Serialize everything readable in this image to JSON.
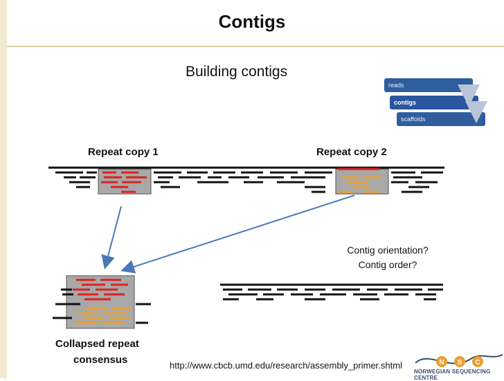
{
  "title": "Contigs",
  "subtitle": "Building contigs",
  "flow": {
    "reads": "reads",
    "contigs": "contigs",
    "scaffolds": "scaffolds"
  },
  "labels": {
    "repeat1": "Repeat copy 1",
    "repeat2": "Repeat copy 2",
    "collapsed_line1": "Collapsed repeat",
    "collapsed_line2": "consensus"
  },
  "questions": {
    "orientation": "Contig orientation?",
    "order": "Contig order?"
  },
  "source_url": "http://www.cbcb.umd.edu/research/assembly_primer.shtml",
  "logo": {
    "letters": [
      "N",
      "S",
      "C"
    ],
    "text": "NORWEGIAN SEQUENCING CENTRE"
  },
  "colors": {
    "flow_bar": "#2e5e9e",
    "repeat_red": "#e02020",
    "repeat_orange": "#e8a030",
    "arrow": "#4a78b8",
    "repeat_box": "#a8a8a8"
  }
}
